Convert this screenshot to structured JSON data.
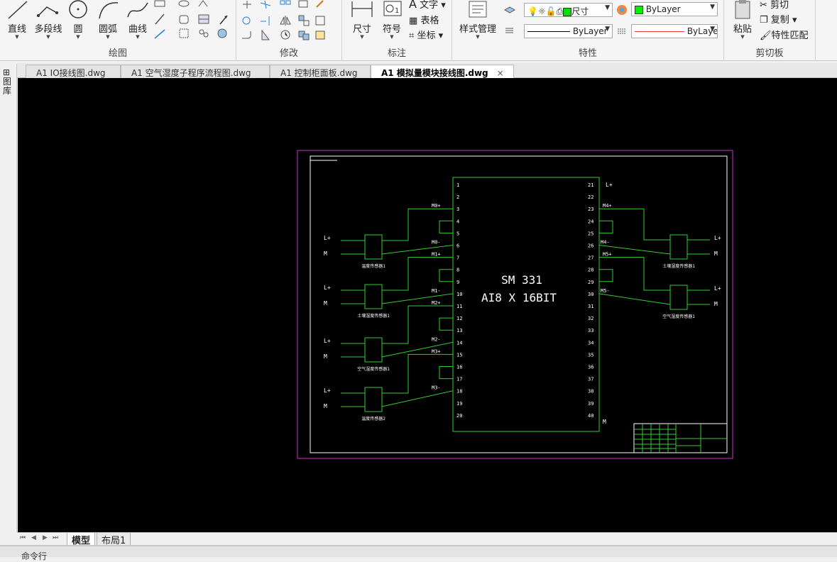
{
  "ribbon": {
    "draw": {
      "label": "绘图",
      "line": "直线",
      "polyline": "多段线",
      "circle": "圆",
      "arc": "圆弧",
      "curve": "曲线"
    },
    "modify": {
      "label": "修改"
    },
    "annotation": {
      "label": "标注",
      "text": "文字",
      "table": "表格",
      "coordinate": "坐标",
      "dimension": "尺寸",
      "symbol": "符号"
    },
    "properties": {
      "label": "特性",
      "style_manager": "样式管理",
      "layer_combo": "尺寸",
      "color_combo": "ByLayer",
      "linetype_combo": "ByLayer",
      "lineweight_combo": "ByLayer"
    },
    "clipboard": {
      "label": "剪切板",
      "paste": "粘贴",
      "cut": "剪切",
      "copy": "复制",
      "match_props": "特性匹配"
    }
  },
  "side_panel": {
    "label": "图库"
  },
  "tabs": [
    {
      "label": "A1 IO接线图.dwg"
    },
    {
      "label": "A1 空气湿度子程序流程图.dwg"
    },
    {
      "label": "A1 控制柜面板.dwg"
    },
    {
      "label": "A1 模拟量模块接线图.dwg",
      "active": true
    }
  ],
  "drawing": {
    "module_name": "SM   331",
    "module_spec": "AI8 X 16BIT",
    "left_pins": [
      "1",
      "2",
      "3",
      "4",
      "5",
      "6",
      "7",
      "8",
      "9",
      "10",
      "11",
      "12",
      "13",
      "14",
      "15",
      "16",
      "17",
      "18",
      "19",
      "20"
    ],
    "right_pins": [
      "21",
      "22",
      "23",
      "24",
      "25",
      "26",
      "27",
      "28",
      "29",
      "30",
      "31",
      "32",
      "33",
      "34",
      "35",
      "36",
      "37",
      "38",
      "39",
      "40"
    ],
    "left_signals": {
      "3": "M0+",
      "6": "M0-",
      "7": "M1+",
      "10": "M1-",
      "11": "M2+",
      "14": "M2-",
      "15": "M3+",
      "18": "M3-"
    },
    "right_signals": {
      "23": "M4+",
      "26": "M4-",
      "27": "M5+",
      "30": "M5-"
    },
    "power_labels": {
      "top_right": "L+",
      "bottom_right": "M"
    },
    "supply_plus": "L+",
    "supply_minus": "M",
    "sensor_labels": [
      "温度传感器1",
      "土壤湿度传感器1",
      "空气湿度传感器1",
      "温度传感器2",
      "土壤湿度传感器1",
      "空气湿度传感器1"
    ],
    "colors": {
      "wire": "#33cc33",
      "border": "#ffffff",
      "frame": "#cc33cc",
      "background": "#000000"
    }
  },
  "layout_tabs": {
    "model": "模型",
    "layout1": "布局1"
  },
  "command": {
    "label": "命令行"
  }
}
